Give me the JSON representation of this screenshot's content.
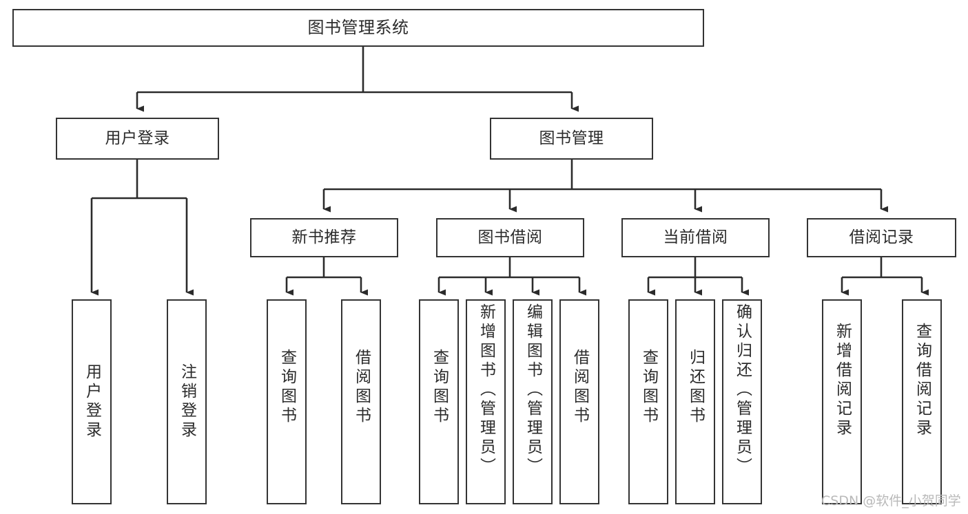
{
  "diagram": {
    "type": "tree",
    "title": "图书管理系统",
    "orientation": "top-down",
    "colors": {
      "node_border": "#333333",
      "node_fill": "#ffffff",
      "edge": "#2b2b2b",
      "text": "#2b2b2b",
      "background": "#ffffff",
      "watermark": "#b9b9b9"
    },
    "nodes": {
      "root": {
        "label": "图书管理系统",
        "orientation": "horizontal"
      },
      "user_login": {
        "label": "用户登录",
        "orientation": "horizontal"
      },
      "book_manage": {
        "label": "图书管理",
        "orientation": "horizontal"
      },
      "new_book_rec": {
        "label": "新书推荐",
        "orientation": "horizontal"
      },
      "book_borrow": {
        "label": "图书借阅",
        "orientation": "horizontal"
      },
      "current_borrow": {
        "label": "当前借阅",
        "orientation": "horizontal"
      },
      "borrow_record": {
        "label": "借阅记录",
        "orientation": "horizontal"
      },
      "leaf_user_login": {
        "label": "用户登录",
        "orientation": "vertical"
      },
      "leaf_logout": {
        "label": "注销登录",
        "orientation": "vertical"
      },
      "leaf_query_book_1": {
        "label": "查询图书",
        "orientation": "vertical"
      },
      "leaf_borrow_book_1": {
        "label": "借阅图书",
        "orientation": "vertical"
      },
      "leaf_query_book_2": {
        "label": "查询图书",
        "orientation": "vertical"
      },
      "leaf_add_book": {
        "label": "新增图书（管理员）",
        "orientation": "vertical"
      },
      "leaf_edit_book": {
        "label": "编辑图书（管理员）",
        "orientation": "vertical"
      },
      "leaf_borrow_book_2": {
        "label": "借阅图书",
        "orientation": "vertical"
      },
      "leaf_query_book_3": {
        "label": "查询图书",
        "orientation": "vertical"
      },
      "leaf_return_book": {
        "label": "归还图书",
        "orientation": "vertical"
      },
      "leaf_confirm_return": {
        "label": "确认归还（管理员）",
        "orientation": "vertical"
      },
      "leaf_add_record": {
        "label": "新增借阅记录",
        "orientation": "vertical"
      },
      "leaf_query_record": {
        "label": "查询借阅记录",
        "orientation": "vertical"
      }
    },
    "edges": [
      {
        "from": "root",
        "to": "user_login"
      },
      {
        "from": "root",
        "to": "book_manage"
      },
      {
        "from": "user_login",
        "to": "leaf_user_login"
      },
      {
        "from": "user_login",
        "to": "leaf_logout"
      },
      {
        "from": "book_manage",
        "to": "new_book_rec"
      },
      {
        "from": "book_manage",
        "to": "book_borrow"
      },
      {
        "from": "book_manage",
        "to": "current_borrow"
      },
      {
        "from": "book_manage",
        "to": "borrow_record"
      },
      {
        "from": "new_book_rec",
        "to": "leaf_query_book_1"
      },
      {
        "from": "new_book_rec",
        "to": "leaf_borrow_book_1"
      },
      {
        "from": "book_borrow",
        "to": "leaf_query_book_2"
      },
      {
        "from": "book_borrow",
        "to": "leaf_add_book"
      },
      {
        "from": "book_borrow",
        "to": "leaf_edit_book"
      },
      {
        "from": "book_borrow",
        "to": "leaf_borrow_book_2"
      },
      {
        "from": "current_borrow",
        "to": "leaf_query_book_3"
      },
      {
        "from": "current_borrow",
        "to": "leaf_return_book"
      },
      {
        "from": "current_borrow",
        "to": "leaf_confirm_return"
      },
      {
        "from": "borrow_record",
        "to": "leaf_add_record"
      },
      {
        "from": "borrow_record",
        "to": "leaf_query_record"
      }
    ]
  },
  "watermark": {
    "text": "CSDN @软件_小贺同学"
  }
}
